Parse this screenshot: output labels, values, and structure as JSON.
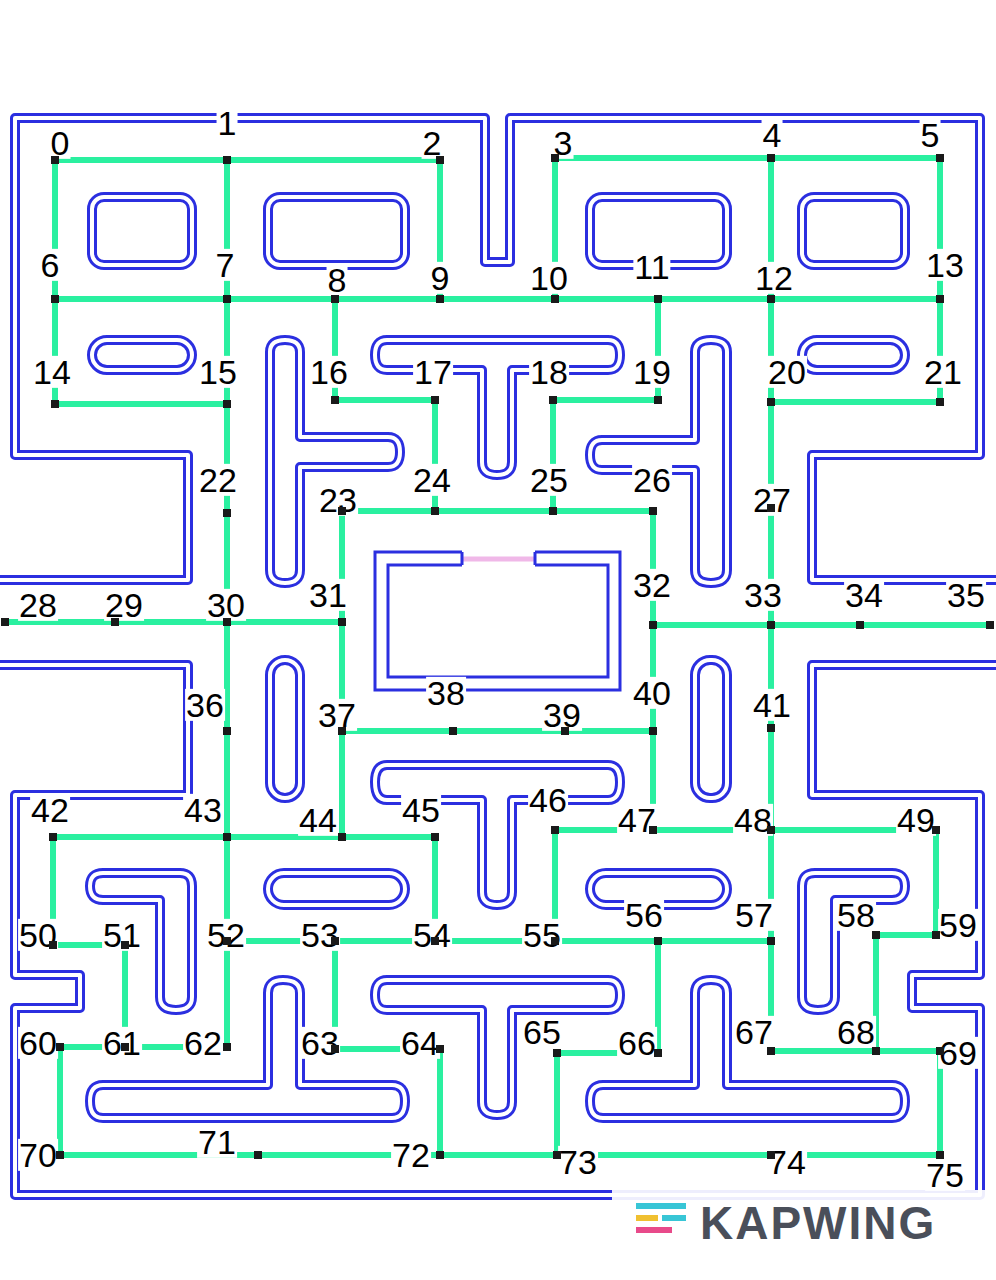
{
  "diagram": {
    "nodes": [
      {
        "text": [
          "0"
        ]
      },
      {
        "text": [
          "1"
        ]
      },
      {
        "text": [
          "2"
        ]
      },
      {
        "text": [
          "3"
        ]
      },
      {
        "text": [
          "4"
        ]
      },
      {
        "text": [
          "5"
        ]
      },
      {
        "text": [
          "6"
        ]
      },
      {
        "text": [
          "7"
        ]
      },
      {
        "text": [
          "8"
        ]
      },
      {
        "text": [
          "9"
        ]
      },
      {
        "text": [
          "10"
        ]
      },
      {
        "text": [
          "11"
        ]
      },
      {
        "text": [
          "12"
        ]
      },
      {
        "text": [
          "13"
        ]
      },
      {
        "text": [
          "14"
        ]
      },
      {
        "text": [
          "15"
        ]
      },
      {
        "text": [
          "16"
        ]
      },
      {
        "text": [
          "17"
        ]
      },
      {
        "text": [
          "18"
        ]
      },
      {
        "text": [
          "19"
        ]
      },
      {
        "text": [
          "20"
        ]
      },
      {
        "text": [
          "21"
        ]
      },
      {
        "text": [
          "22"
        ]
      },
      {
        "text": [
          "23"
        ]
      },
      {
        "text": [
          "24"
        ]
      },
      {
        "text": [
          "25"
        ]
      },
      {
        "text": [
          "26"
        ]
      },
      {
        "text": [
          "27"
        ]
      },
      {
        "text": [
          "28"
        ]
      },
      {
        "text": [
          "29"
        ]
      },
      {
        "text": [
          "30"
        ]
      },
      {
        "text": [
          "31"
        ]
      },
      {
        "text": [
          "32"
        ]
      },
      {
        "text": [
          "33"
        ]
      },
      {
        "text": [
          "34"
        ]
      },
      {
        "text": [
          "35"
        ]
      },
      {
        "text": [
          "36"
        ]
      },
      {
        "text": [
          "37"
        ]
      },
      {
        "text": [
          "38"
        ]
      },
      {
        "text": [
          "39"
        ]
      },
      {
        "text": [
          "40"
        ]
      },
      {
        "text": [
          "41"
        ]
      },
      {
        "text": [
          "42"
        ]
      },
      {
        "text": [
          "43"
        ]
      },
      {
        "text": [
          "44"
        ]
      },
      {
        "text": [
          "45"
        ]
      },
      {
        "text": [
          "46"
        ]
      },
      {
        "text": [
          "47"
        ]
      },
      {
        "text": [
          "48"
        ]
      },
      {
        "text": [
          "49"
        ]
      },
      {
        "text": [
          "50"
        ]
      },
      {
        "text": [
          "51"
        ]
      },
      {
        "text": [
          "52"
        ]
      },
      {
        "text": [
          "53"
        ]
      },
      {
        "text": [
          "54"
        ]
      },
      {
        "text": [
          "55"
        ]
      },
      {
        "text": [
          "56"
        ]
      },
      {
        "text": [
          "57"
        ]
      },
      {
        "text": [
          "58"
        ]
      },
      {
        "text": [
          "59"
        ]
      },
      {
        "text": [
          "60"
        ]
      },
      {
        "text": [
          "61"
        ]
      },
      {
        "text": [
          "62"
        ]
      },
      {
        "text": [
          "63"
        ]
      },
      {
        "text": [
          "64"
        ]
      },
      {
        "text": [
          "65"
        ]
      },
      {
        "text": [
          "66"
        ]
      },
      {
        "text": [
          "67"
        ]
      },
      {
        "text": [
          "68"
        ]
      },
      {
        "text": [
          "69"
        ]
      },
      {
        "text": [
          "70"
        ]
      },
      {
        "text": [
          "71"
        ]
      },
      {
        "text": [
          "72"
        ]
      },
      {
        "text": [
          "73"
        ]
      },
      {
        "text": [
          "74"
        ]
      },
      {
        "text": [
          "75"
        ]
      }
    ],
    "edges": [
      {
        "from": 0,
        "to": 1,
        "arrow": "none"
      },
      {
        "from": 1,
        "to": 2,
        "arrow": "none"
      },
      {
        "from": 0,
        "to": 6,
        "arrow": "none"
      },
      {
        "from": 1,
        "to": 7,
        "arrow": "none"
      },
      {
        "from": 2,
        "to": 9,
        "arrow": "none"
      },
      {
        "from": 3,
        "to": 4,
        "arrow": "none"
      },
      {
        "from": 4,
        "to": 5,
        "arrow": "none"
      },
      {
        "from": 3,
        "to": 10,
        "arrow": "none"
      },
      {
        "from": 4,
        "to": 12,
        "arrow": "none"
      },
      {
        "from": 5,
        "to": 13,
        "arrow": "none"
      },
      {
        "from": 6,
        "to": 7,
        "arrow": "none"
      },
      {
        "from": 7,
        "to": 8,
        "arrow": "none"
      },
      {
        "from": 8,
        "to": 9,
        "arrow": "none"
      },
      {
        "from": 9,
        "to": 10,
        "arrow": "none"
      },
      {
        "from": 10,
        "to": 11,
        "arrow": "none"
      },
      {
        "from": 11,
        "to": 12,
        "arrow": "none"
      },
      {
        "from": 12,
        "to": 13,
        "arrow": "none"
      },
      {
        "from": 6,
        "to": 14,
        "arrow": "none"
      },
      {
        "from": 14,
        "to": 15,
        "arrow": "none"
      },
      {
        "from": 7,
        "to": 15,
        "arrow": "none"
      },
      {
        "from": 8,
        "to": 16,
        "arrow": "none"
      },
      {
        "from": 16,
        "to": 17,
        "arrow": "none"
      },
      {
        "from": 11,
        "to": 19,
        "arrow": "none"
      },
      {
        "from": 18,
        "to": 19,
        "arrow": "none"
      },
      {
        "from": 12,
        "to": 20,
        "arrow": "none"
      },
      {
        "from": 20,
        "to": 21,
        "arrow": "none"
      },
      {
        "from": 13,
        "to": 21,
        "arrow": "none"
      },
      {
        "from": 15,
        "to": 22,
        "arrow": "none"
      },
      {
        "from": 17,
        "to": 24,
        "arrow": "none"
      },
      {
        "from": 18,
        "to": 25,
        "arrow": "none"
      },
      {
        "from": 20,
        "to": 27,
        "arrow": "none"
      },
      {
        "from": 22,
        "to": 30,
        "arrow": "none"
      },
      {
        "from": 23,
        "to": 24,
        "arrow": "none"
      },
      {
        "from": 24,
        "to": 25,
        "arrow": "none"
      },
      {
        "from": 25,
        "to": 26,
        "arrow": "none"
      },
      {
        "from": 23,
        "to": 31,
        "arrow": "none"
      },
      {
        "from": 26,
        "to": 32,
        "arrow": "none"
      },
      {
        "from": 27,
        "to": 33,
        "arrow": "none"
      },
      {
        "from": 28,
        "to": 29,
        "arrow": "none"
      },
      {
        "from": 29,
        "to": 30,
        "arrow": "none"
      },
      {
        "from": 30,
        "to": 31,
        "arrow": "none"
      },
      {
        "from": 32,
        "to": 33,
        "arrow": "none"
      },
      {
        "from": 33,
        "to": 34,
        "arrow": "none"
      },
      {
        "from": 34,
        "to": 35,
        "arrow": "none"
      },
      {
        "from": 30,
        "to": 36,
        "arrow": "none"
      },
      {
        "from": 31,
        "to": 37,
        "arrow": "none"
      },
      {
        "from": 32,
        "to": 40,
        "arrow": "none"
      },
      {
        "from": 33,
        "to": 41,
        "arrow": "none"
      },
      {
        "from": 37,
        "to": 38,
        "arrow": "none"
      },
      {
        "from": 38,
        "to": 39,
        "arrow": "none"
      },
      {
        "from": 39,
        "to": 40,
        "arrow": "none"
      },
      {
        "from": 36,
        "to": 43,
        "arrow": "none"
      },
      {
        "from": 37,
        "to": 44,
        "arrow": "none"
      },
      {
        "from": 40,
        "to": 47,
        "arrow": "none"
      },
      {
        "from": 41,
        "to": 48,
        "arrow": "none"
      },
      {
        "from": 42,
        "to": 43,
        "arrow": "none"
      },
      {
        "from": 43,
        "to": 44,
        "arrow": "none"
      },
      {
        "from": 44,
        "to": 45,
        "arrow": "none"
      },
      {
        "from": 42,
        "to": 50,
        "arrow": "none"
      },
      {
        "from": 43,
        "to": 52,
        "arrow": "none"
      },
      {
        "from": 45,
        "to": 54,
        "arrow": "none"
      },
      {
        "from": 46,
        "to": 47,
        "arrow": "none"
      },
      {
        "from": 47,
        "to": 48,
        "arrow": "none"
      },
      {
        "from": 48,
        "to": 49,
        "arrow": "none"
      },
      {
        "from": 46,
        "to": 55,
        "arrow": "none"
      },
      {
        "from": 48,
        "to": 57,
        "arrow": "none"
      },
      {
        "from": 49,
        "to": 59,
        "arrow": "none"
      },
      {
        "from": 50,
        "to": 51,
        "arrow": "none"
      },
      {
        "from": 52,
        "to": 53,
        "arrow": "none"
      },
      {
        "from": 53,
        "to": 54,
        "arrow": "none"
      },
      {
        "from": 54,
        "to": 55,
        "arrow": "none"
      },
      {
        "from": 55,
        "to": 56,
        "arrow": "none"
      },
      {
        "from": 56,
        "to": 57,
        "arrow": "none"
      },
      {
        "from": 51,
        "to": 61,
        "arrow": "none"
      },
      {
        "from": 52,
        "to": 62,
        "arrow": "none"
      },
      {
        "from": 53,
        "to": 63,
        "arrow": "none"
      },
      {
        "from": 56,
        "to": 66,
        "arrow": "none"
      },
      {
        "from": 57,
        "to": 67,
        "arrow": "none"
      },
      {
        "from": 58,
        "to": 59,
        "arrow": "none"
      },
      {
        "from": 58,
        "to": 68,
        "arrow": "none"
      },
      {
        "from": 60,
        "to": 61,
        "arrow": "none"
      },
      {
        "from": 61,
        "to": 62,
        "arrow": "none"
      },
      {
        "from": 63,
        "to": 64,
        "arrow": "none"
      },
      {
        "from": 65,
        "to": 66,
        "arrow": "none"
      },
      {
        "from": 67,
        "to": 68,
        "arrow": "none"
      },
      {
        "from": 68,
        "to": 69,
        "arrow": "none"
      },
      {
        "from": 60,
        "to": 70,
        "arrow": "none"
      },
      {
        "from": 64,
        "to": 72,
        "arrow": "none"
      },
      {
        "from": 65,
        "to": 73,
        "arrow": "none"
      },
      {
        "from": 69,
        "to": 75,
        "arrow": "none"
      },
      {
        "from": 70,
        "to": 71,
        "arrow": "none"
      },
      {
        "from": 71,
        "to": 72,
        "arrow": "none"
      },
      {
        "from": 72,
        "to": 73,
        "arrow": "none"
      },
      {
        "from": 73,
        "to": 74,
        "arrow": "none"
      },
      {
        "from": 74,
        "to": 75,
        "arrow": "none"
      }
    ],
    "labels": [
      "KAPWING"
    ]
  }
}
